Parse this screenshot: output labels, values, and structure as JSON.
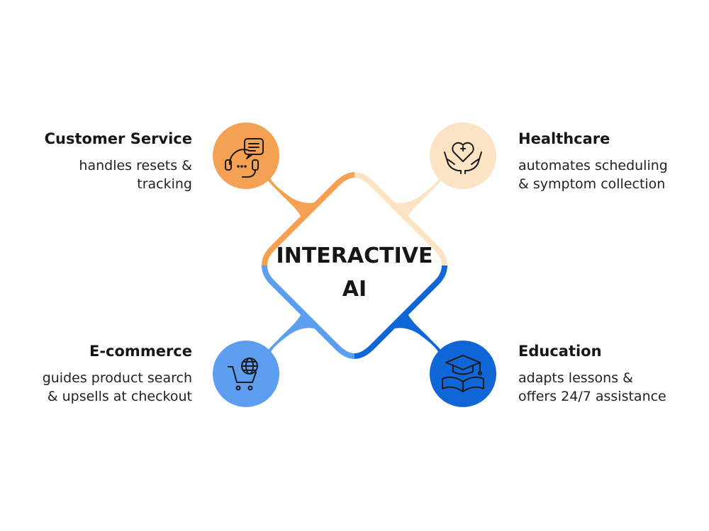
{
  "center": {
    "line1": "INTERACTIVE",
    "line2": "AI"
  },
  "nodes": [
    {
      "id": "customer-service",
      "title": "Customer Service",
      "desc_line1": "handles resets &",
      "desc_line2": "tracking",
      "color": "#F5A153",
      "icon": "headset-chat-icon"
    },
    {
      "id": "healthcare",
      "title": "Healthcare",
      "desc_line1": "automates scheduling",
      "desc_line2": "& symptom collection",
      "color": "#FCE3C3",
      "icon": "heart-hands-icon"
    },
    {
      "id": "ecommerce",
      "title": "E-commerce",
      "desc_line1": "guides product search",
      "desc_line2": "& upsells at checkout",
      "color": "#5E9EF0",
      "icon": "globe-cart-icon"
    },
    {
      "id": "education",
      "title": "Education",
      "desc_line1": "adapts lessons &",
      "desc_line2": "offers 24/7 assistance",
      "color": "#0F66D6",
      "icon": "graduation-book-icon"
    }
  ]
}
